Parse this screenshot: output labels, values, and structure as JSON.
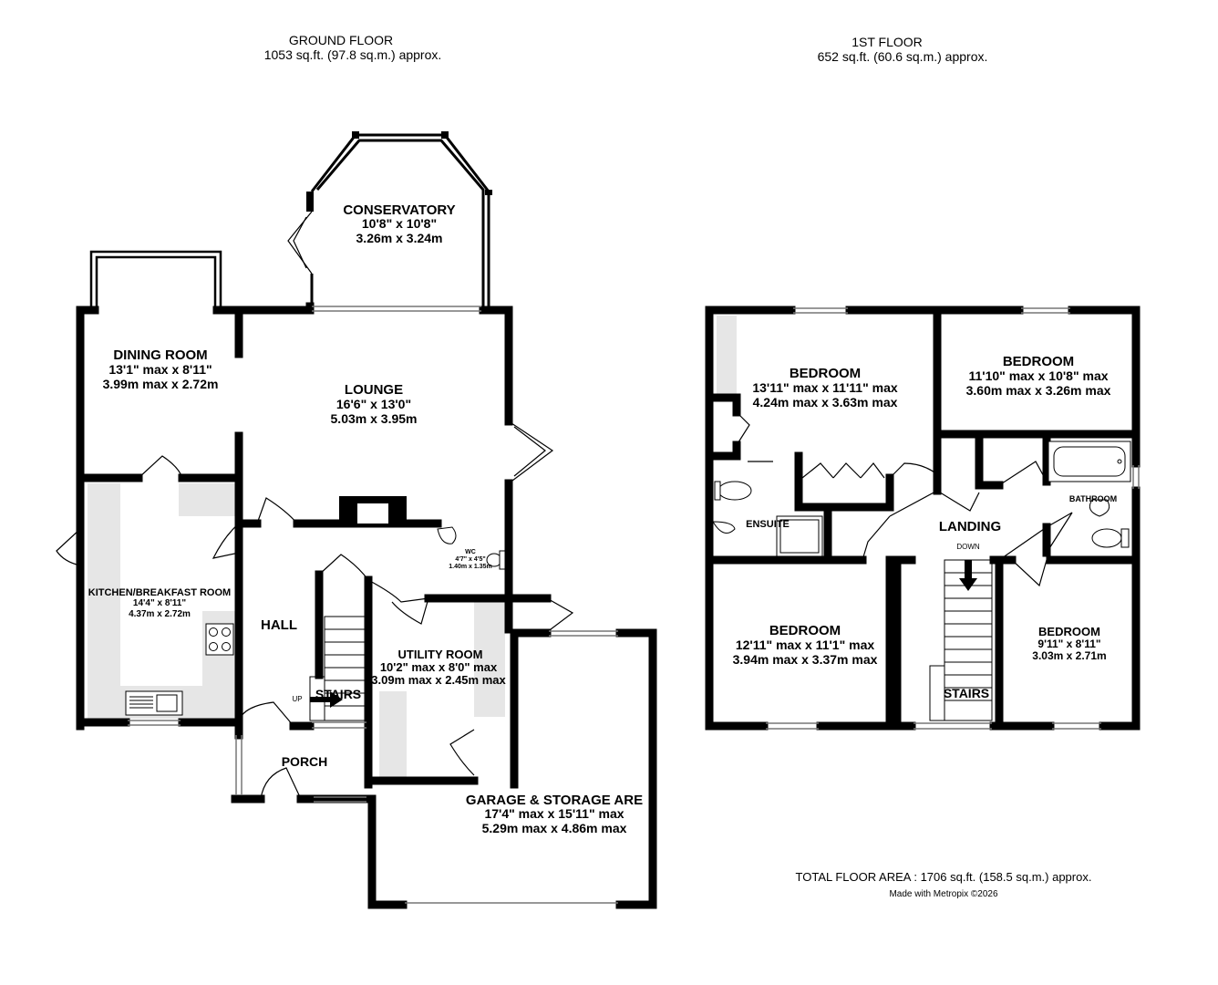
{
  "ground_floor": {
    "title": "GROUND FLOOR",
    "area": "1053 sq.ft. (97.8 sq.m.) approx.",
    "rooms": {
      "conservatory": {
        "name": "CONSERVATORY",
        "imperial": "10'8\"  x 10'8\"",
        "metric": "3.26m  x 3.24m"
      },
      "dining": {
        "name": "DINING ROOM",
        "imperial": "13'1\" max x 8'11\"",
        "metric": "3.99m max x 2.72m"
      },
      "lounge": {
        "name": "LOUNGE",
        "imperial": "16'6\"  x 13'0\"",
        "metric": "5.03m  x 3.95m"
      },
      "kitchen": {
        "name": "KITCHEN/BREAKFAST ROOM",
        "imperial": "14'4\"  x 8'11\"",
        "metric": "4.37m  x 2.72m"
      },
      "hall": {
        "name": "HALL"
      },
      "wc": {
        "name": "WC",
        "imperial": "4'7\"  x 4'5\"",
        "metric": "1.40m  x 1.35m"
      },
      "utility": {
        "name": "UTILITY ROOM",
        "imperial": "10'2\" max x 8'0\" max",
        "metric": "3.09m max x 2.45m max"
      },
      "stairs": {
        "name": "STAIRS",
        "direction": "UP"
      },
      "porch": {
        "name": "PORCH"
      },
      "garage": {
        "name": "GARAGE & STORAGE ARE",
        "imperial": "17'4\" max x 15'11\" max",
        "metric": "5.29m max x 4.86m max"
      }
    }
  },
  "first_floor": {
    "title": "1ST FLOOR",
    "area": "652 sq.ft. (60.6 sq.m.) approx.",
    "rooms": {
      "bedroom1": {
        "name": "BEDROOM",
        "imperial": "13'11\" max x 11'11\" max",
        "metric": "4.24m max x 3.63m max"
      },
      "bedroom2": {
        "name": "BEDROOM",
        "imperial": "11'10\" max x 10'8\" max",
        "metric": "3.60m max x 3.26m max"
      },
      "ensuite": {
        "name": "ENSUITE"
      },
      "landing": {
        "name": "LANDING",
        "direction": "DOWN"
      },
      "bathroom": {
        "name": "BATHROOM"
      },
      "bedroom3": {
        "name": "BEDROOM",
        "imperial": "12'11\" max x 11'1\" max",
        "metric": "3.94m max x 3.37m max"
      },
      "bedroom4": {
        "name": "BEDROOM",
        "imperial": "9'11\"  x 8'11\"",
        "metric": "3.03m  x 2.71m"
      },
      "stairs": {
        "name": "STAIRS"
      }
    }
  },
  "total_area": "TOTAL FLOOR AREA : 1706 sq.ft. (158.5 sq.m.) approx.",
  "credit": "Made with Metropix ©2026",
  "colors": {
    "wall": "#000000",
    "fixture_fill": "#e6e6e6",
    "window": "#777777",
    "background": "#ffffff"
  }
}
